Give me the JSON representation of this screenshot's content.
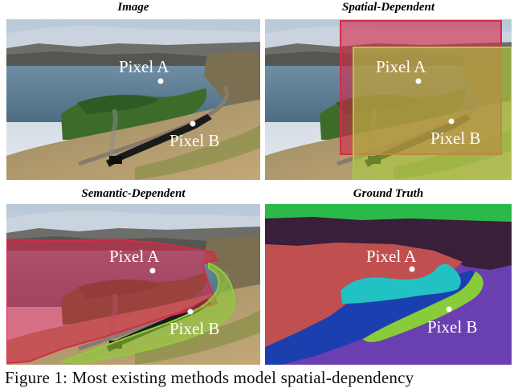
{
  "panels": {
    "image": {
      "title": "Image",
      "pixel_a": "Pixel A",
      "pixel_b": "Pixel B"
    },
    "spatial": {
      "title": "Spatial-Dependent",
      "pixel_a": "Pixel A",
      "pixel_b": "Pixel B"
    },
    "semantic": {
      "title": "Semantic-Dependent",
      "pixel_a": "Pixel A",
      "pixel_b": "Pixel B"
    },
    "ground_truth": {
      "title": "Ground Truth",
      "pixel_a": "Pixel A",
      "pixel_b": "Pixel B"
    }
  },
  "caption": "Figure 1: Most existing methods model spatial-dependency",
  "colors": {
    "spatial_red": "#d42a4a",
    "spatial_green": "#a8cc40",
    "gt_sky": "#2bb94a",
    "gt_mountain": "#3a1f3a",
    "gt_water": "#c0504f",
    "gt_grass": "#22c2c4",
    "gt_ground": "#1c3fb0",
    "gt_road": "#88cc3a",
    "gt_hill": "#6a3fb0"
  }
}
